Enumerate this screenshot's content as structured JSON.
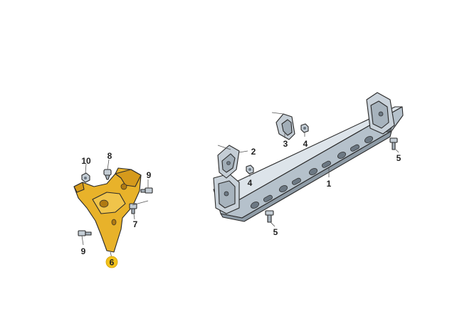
{
  "callouts": {
    "c1": "1",
    "c2": "2",
    "c3": "3",
    "c4a": "4",
    "c4b": "4",
    "c5a": "5",
    "c5b": "5",
    "c6": "6",
    "c7": "7",
    "c8": "8",
    "c9a": "9",
    "c9b": "9",
    "c10": "10"
  },
  "colors": {
    "highlight_part": "#e8b22a",
    "highlight_badge": "#f2c21b",
    "metal_light": "#dde4ea",
    "metal_mid": "#b5c1cb",
    "metal_dark": "#8e9ba6",
    "hole": "#6c7883"
  }
}
